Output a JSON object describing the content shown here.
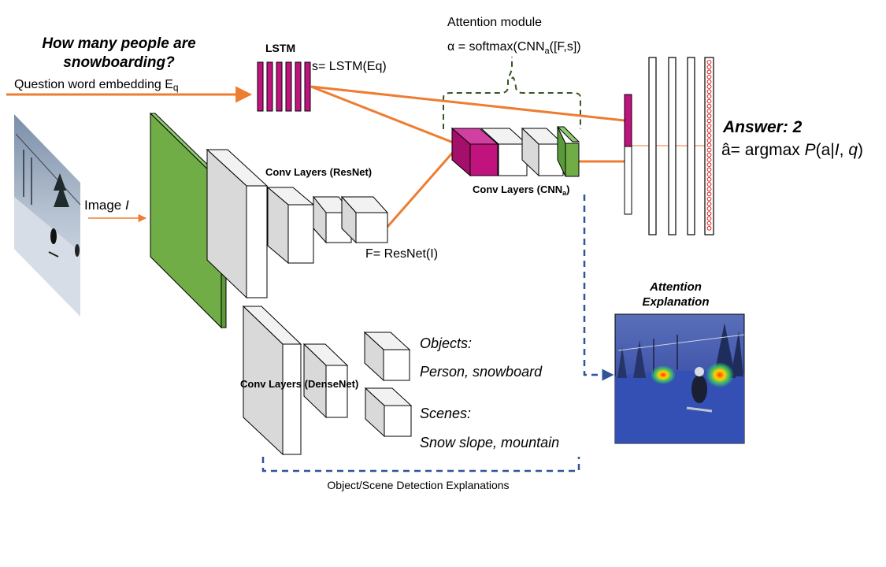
{
  "question": {
    "line1": "How many people are",
    "line2": "snowboarding?"
  },
  "question_embedding": {
    "label": "Question word embedding E",
    "sub": "q"
  },
  "lstm": {
    "title": "LSTM",
    "formula": "s= LSTM(Eq)"
  },
  "attention_module": {
    "title": "Attention module",
    "formula_a": "α = softmax(CNN",
    "formula_sub": "a",
    "formula_b": "([F,s])"
  },
  "image_input": {
    "label": "Image ",
    "var": "I"
  },
  "resnet": {
    "title": "Conv Layers (ResNet)",
    "formula": "F= ResNet(I)"
  },
  "cnn_a": {
    "title": "Conv Layers (CNN",
    "sub": "a",
    "close": ")"
  },
  "densenet": {
    "title": "Conv Layers (DenseNet)"
  },
  "objects": {
    "title": "Objects:",
    "value": "Person, snowboard"
  },
  "scenes": {
    "title": "Scenes:",
    "value": "Snow slope, mountain"
  },
  "detection_caption": "Object/Scene Detection Explanations",
  "answer": {
    "title": "Answer: 2",
    "formula_a": "â= argmax ",
    "formula_p": "P",
    "formula_b": "(a|",
    "formula_i": "I",
    "formula_c": ", ",
    "formula_q": "q",
    "formula_d": ")"
  },
  "attention_explanation": {
    "line1": "Attention",
    "line2": "Explanation"
  },
  "colors": {
    "arrow_orange": "#ed7d31",
    "lstm_magenta": "#c0137e",
    "resnet_green": "#70ad47",
    "dash_green": "#375623",
    "dash_blue": "#2f5597",
    "box_gray": "#d9d9d9"
  }
}
